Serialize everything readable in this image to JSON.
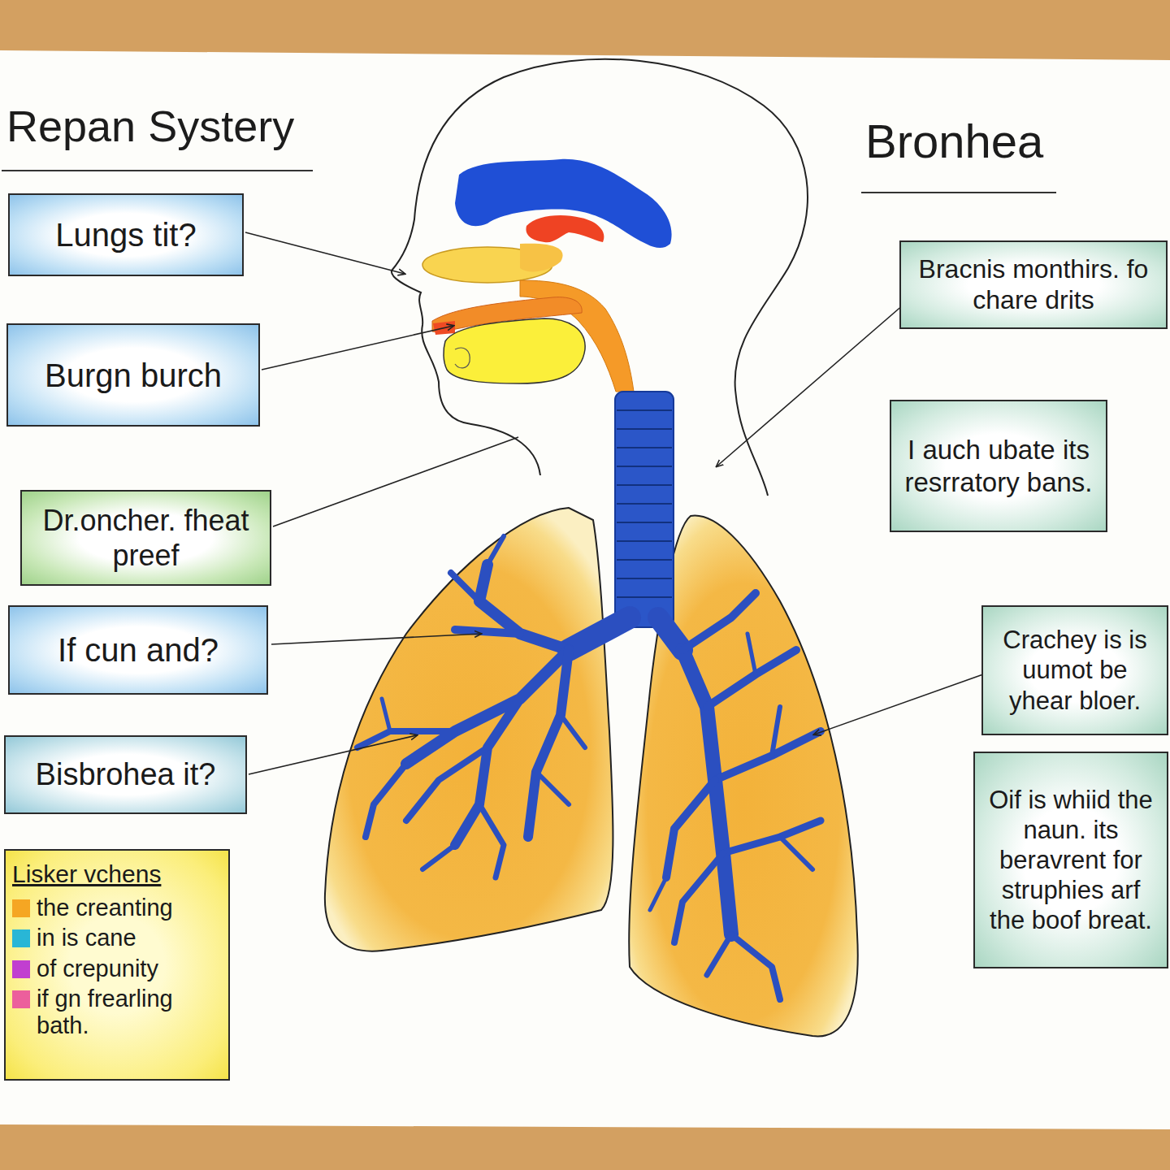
{
  "diagram": {
    "title": "Repan Systery",
    "nodes": [
      {
        "text": [
          "Lungs tit?"
        ]
      },
      {
        "text": [
          "Burgn burch"
        ]
      },
      {
        "text": [
          "Dr.oncher. fheat preef"
        ]
      },
      {
        "text": [
          "If cun and?"
        ]
      },
      {
        "text": [
          "Bisbrohea it?"
        ]
      },
      {
        "text": [
          "Bracnis monthirs. fo chare drits"
        ]
      },
      {
        "text": [
          "I auch ubate its resrratory bans."
        ]
      },
      {
        "text": [
          "Crachey is is uumot be yhear bloer."
        ]
      },
      {
        "text": [
          "Oif is whiid the naun. its beravrent for struphies arf the boof breat."
        ]
      }
    ],
    "labels": [
      "Bronhea",
      "Lisker vchens"
    ],
    "legend": [
      {
        "text": "the creanting",
        "color": "#f5a623"
      },
      {
        "text": "in is cane",
        "color": "#29b6d6"
      },
      {
        "text": "of crepunity",
        "color": "#c13fd0"
      },
      {
        "text": "if gn frearling bath.",
        "color": "#ec5f9c"
      }
    ]
  }
}
